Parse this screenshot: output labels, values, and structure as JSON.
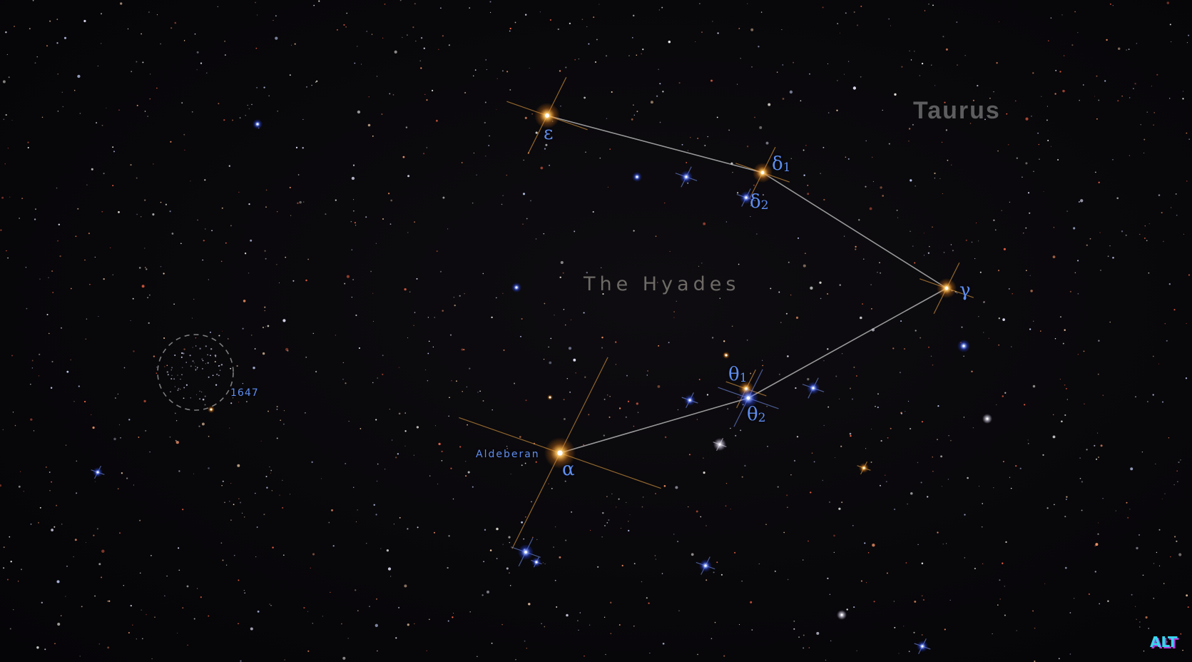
{
  "constellation": {
    "name": "Taurus"
  },
  "cluster": {
    "name": "The Hyades"
  },
  "star_labels": {
    "epsilon": "ε",
    "delta1": {
      "letter": "δ",
      "index": "1"
    },
    "delta2": {
      "letter": "δ",
      "index": "2"
    },
    "gamma": "γ",
    "theta1": {
      "letter": "θ",
      "index": "1"
    },
    "theta2": {
      "letter": "θ",
      "index": "2"
    },
    "alpha": "α",
    "aldebaran": "Aldeberan"
  },
  "open_cluster": {
    "id": "1647"
  },
  "logo": {
    "text": "ALT"
  },
  "colors": {
    "label": "#5f8ef0",
    "line": "#c8c8c8",
    "orange_star": "#ffb24a",
    "blue_star": "#3f6cff",
    "sky": "#08070a"
  }
}
